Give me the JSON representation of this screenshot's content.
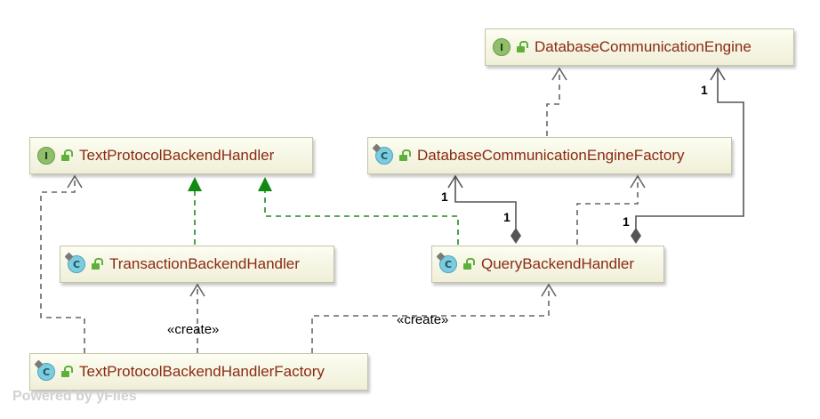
{
  "nodes": {
    "db_engine": {
      "kind": "I",
      "label": "DatabaseCommunicationEngine"
    },
    "text_handler": {
      "kind": "I",
      "label": "TextProtocolBackendHandler"
    },
    "db_factory": {
      "kind": "C",
      "label": "DatabaseCommunicationEngineFactory"
    },
    "transaction": {
      "kind": "C",
      "label": "TransactionBackendHandler"
    },
    "query": {
      "kind": "C",
      "label": "QueryBackendHandler"
    },
    "handler_factory": {
      "kind": "C",
      "label": "TextProtocolBackendHandlerFactory"
    }
  },
  "edge_labels": {
    "create_transaction": "«create»",
    "create_query": "«create»"
  },
  "multiplicities": {
    "query_to_db_engine_target": "1",
    "query_to_db_engine_source": "1",
    "query_to_db_factory_target": "1",
    "query_to_db_factory_source": "1"
  },
  "colors": {
    "implements": "#1f8a1f",
    "dependency": "#666666",
    "composition": "#555555",
    "label_text": "#8a2a12"
  },
  "footer": "Powered by yFiles"
}
